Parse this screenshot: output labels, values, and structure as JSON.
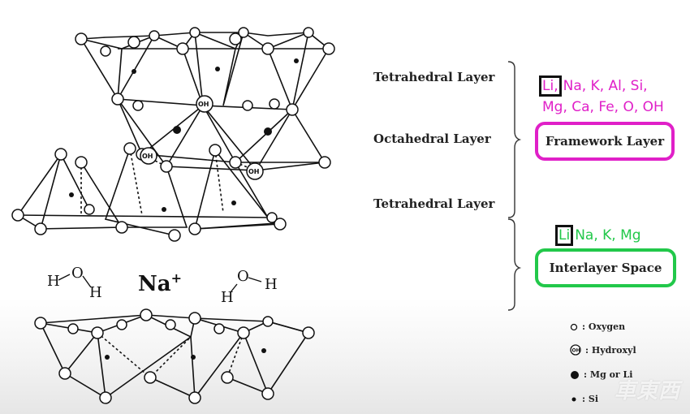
{
  "labels": {
    "tetrahedral_top": "Tetrahedral Layer",
    "octahedral": "Octahedral Layer",
    "tetrahedral_bottom": "Tetrahedral Layer"
  },
  "framework": {
    "highlight": "Li,",
    "elements_line1_rest": "Na, K, Al, Si,",
    "elements_line2": "Mg, Ca, Fe, O, OH",
    "box_label": "Framework Layer",
    "color": "#e020c8"
  },
  "interlayer": {
    "highlight": "Li",
    "elements_rest": "Na, K, Mg",
    "box_label": "Interlayer Space",
    "color": "#22c84a"
  },
  "structure": {
    "cation": "Na",
    "cation_charge": "+",
    "water_left": [
      "H",
      "O",
      "H"
    ],
    "water_right": [
      "H",
      "O",
      "H"
    ],
    "hydroxyl_tag": "OH"
  },
  "legend": [
    {
      "icon": "oxygen-icon",
      "label": ": Oxygen"
    },
    {
      "icon": "hydroxyl-icon",
      "label": ": Hydroxyl"
    },
    {
      "icon": "mg-li-icon",
      "label": ": Mg or Li"
    },
    {
      "icon": "si-icon",
      "label": ": Si"
    }
  ],
  "watermark": "車東西"
}
